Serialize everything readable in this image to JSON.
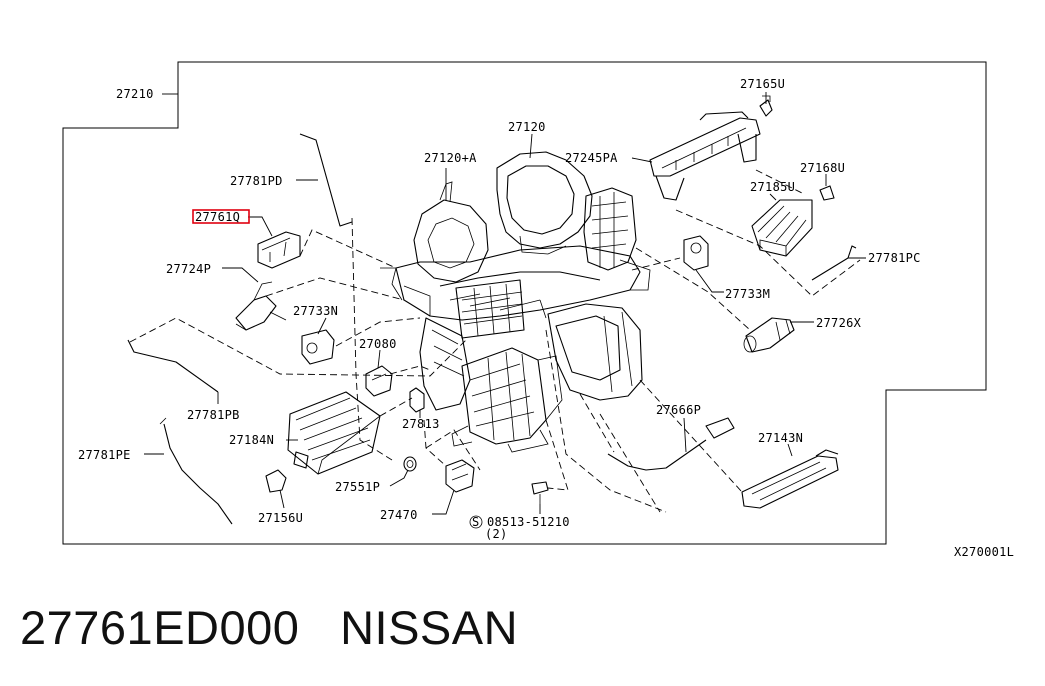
{
  "labels": {
    "p27210": "27210",
    "p27165U": "27165U",
    "p27120": "27120",
    "p27120A": "27120+A",
    "p27245PA": "27245PA",
    "p27168U": "27168U",
    "p27781PD": "27781PD",
    "p27185U": "27185U",
    "p27761Q": "27761Q",
    "p27781PC": "27781PC",
    "p27724P": "27724P",
    "p27733M": "27733M",
    "p27733N": "27733N",
    "p27726X": "27726X",
    "p27080": "27080",
    "p27781PB": "27781PB",
    "p27184N": "27184N",
    "p27813": "27813",
    "p27666P": "27666P",
    "p27143N": "27143N",
    "p27781PE": "27781PE",
    "p27551P": "27551P",
    "p27156U": "27156U",
    "p27470": "27470",
    "screw": "08513-51210",
    "screw_prefix": "S",
    "screw_qty": "(2)",
    "diagram_code": "X270001L"
  },
  "highlight_color": "#e0000f",
  "caption": "27761ED000   NISSAN"
}
